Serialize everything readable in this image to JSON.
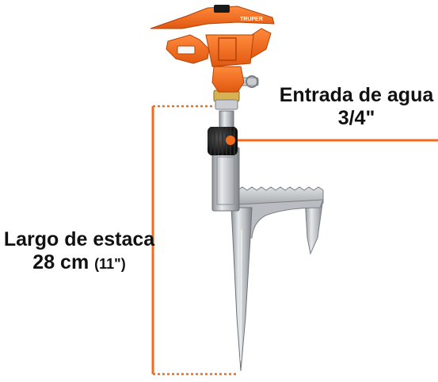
{
  "product": {
    "brand": "TRUPER",
    "accent_color": "#f26b1d",
    "metal_color": "#c9ccd0",
    "knob_color": "#1a1a1a"
  },
  "callouts": {
    "water_inlet": {
      "line1": "Entrada de agua",
      "line2": "3/4\""
    },
    "stake_length": {
      "line1": "Largo de estaca",
      "line2_main": "28 cm",
      "line2_small": "(11\")"
    }
  }
}
